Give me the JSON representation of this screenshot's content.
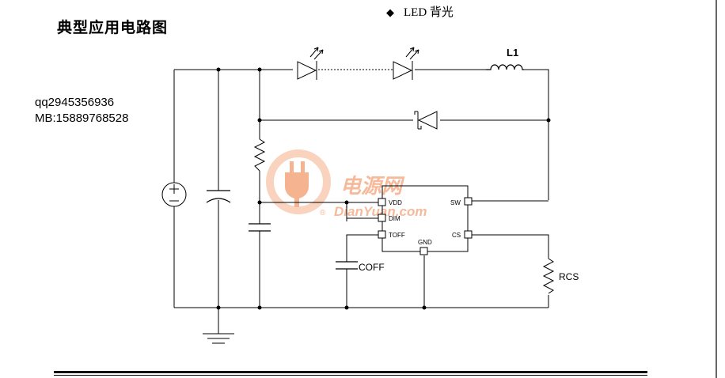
{
  "page": {
    "title": "典型应用电路图",
    "bullet_symbol": "◆",
    "bullet_text": "LED 背光"
  },
  "contact": {
    "qq": "qq2945356936",
    "mb": "MB:15889768528"
  },
  "circuit": {
    "inductor_label": "L1",
    "ic_pins": {
      "vdd": "VDD",
      "dim": "DIM",
      "toff": "TOFF",
      "sw": "SW",
      "cs": "CS",
      "gnd": "GND"
    },
    "coff_label": "COFF",
    "rcs_label": "RCS"
  },
  "watermark": {
    "text_cn": "电源网",
    "text_en": "DianYuan.com",
    "registered": "®",
    "color": "#f4a37a"
  }
}
